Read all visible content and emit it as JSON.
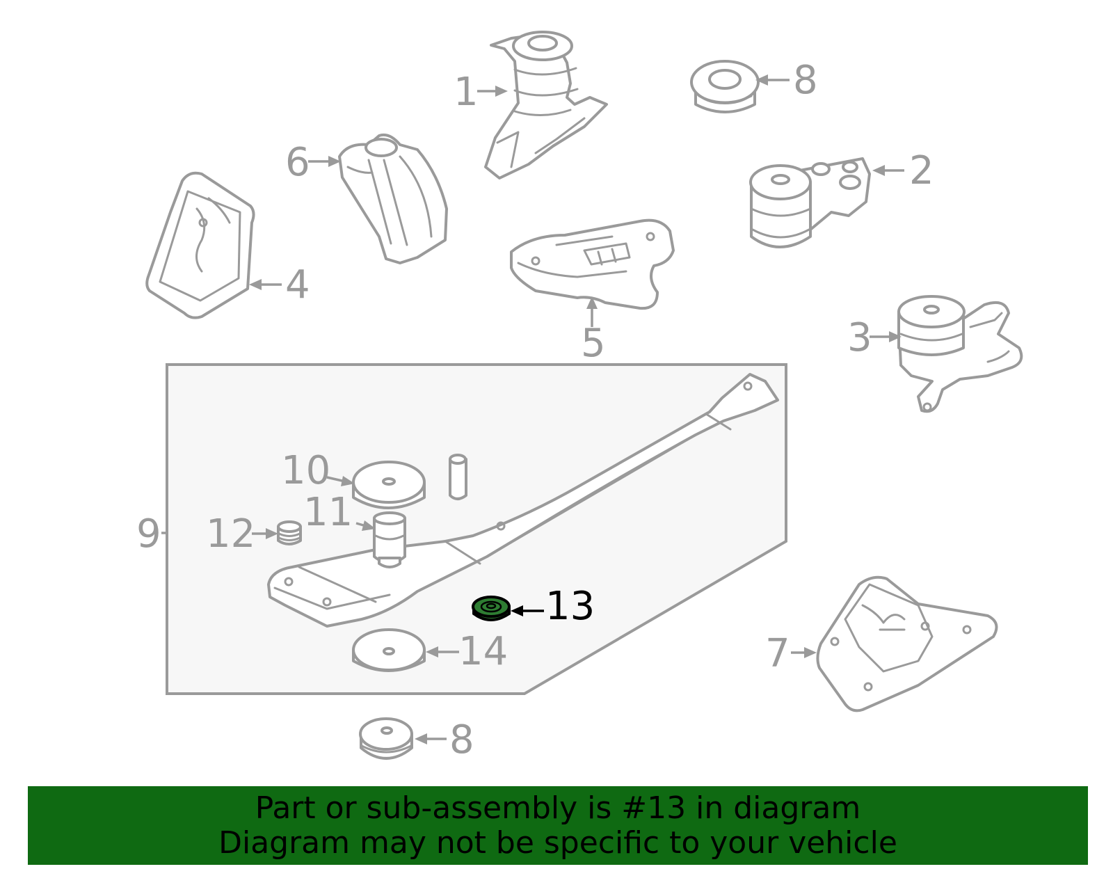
{
  "diagram": {
    "highlight_color": "#2e7d32",
    "line_color": "#9a9a9a",
    "highlighted_part": "13",
    "callouts": [
      {
        "id": "1",
        "label": "1"
      },
      {
        "id": "2",
        "label": "2"
      },
      {
        "id": "3",
        "label": "3"
      },
      {
        "id": "4",
        "label": "4"
      },
      {
        "id": "5",
        "label": "5"
      },
      {
        "id": "6",
        "label": "6"
      },
      {
        "id": "7",
        "label": "7"
      },
      {
        "id": "8a",
        "label": "8"
      },
      {
        "id": "8b",
        "label": "8"
      },
      {
        "id": "9",
        "label": "9"
      },
      {
        "id": "10",
        "label": "10"
      },
      {
        "id": "11",
        "label": "11"
      },
      {
        "id": "12",
        "label": "12"
      },
      {
        "id": "13",
        "label": "13"
      },
      {
        "id": "14",
        "label": "14"
      }
    ]
  },
  "banner": {
    "background": "#0f6a12",
    "line1": "Part or sub-assembly is #13 in diagram",
    "line2": "Diagram may not be specific to your vehicle"
  }
}
